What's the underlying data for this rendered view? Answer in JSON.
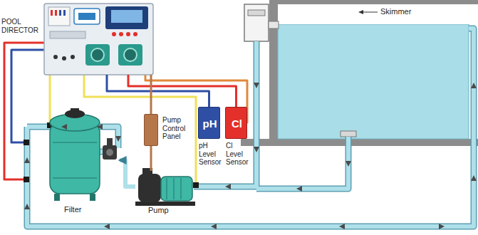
{
  "diagram": {
    "nodes": [
      {
        "text": [
          "POOL DIRECTOR"
        ]
      },
      {
        "text": [
          "pH",
          "pH Level Sensor"
        ]
      },
      {
        "text": [
          "Cl",
          "Cl Level Sensor"
        ]
      },
      {
        "text": [
          "Pump Control Panel"
        ]
      },
      {
        "text": [
          "Filter"
        ]
      },
      {
        "text": [
          "Pump"
        ]
      }
    ],
    "edges": [
      {
        "from": 0,
        "to": 1,
        "arrow": "none"
      },
      {
        "from": 0,
        "to": 2,
        "arrow": "none"
      },
      {
        "from": 0,
        "to": 3,
        "arrow": "none"
      },
      {
        "from": 3,
        "to": 5,
        "arrow": "none"
      },
      {
        "from": 5,
        "to": 4,
        "arrow": "to"
      }
    ],
    "labels": [
      "Skimmer"
    ]
  }
}
